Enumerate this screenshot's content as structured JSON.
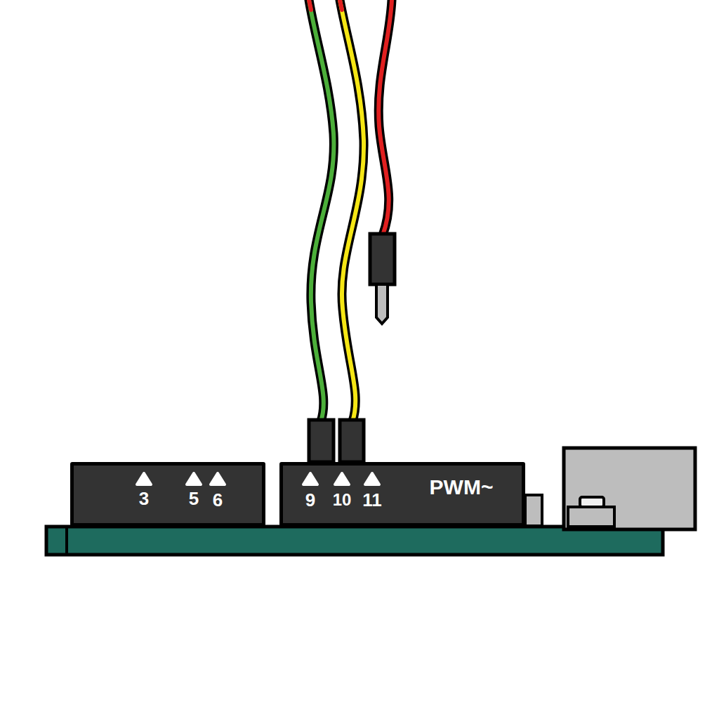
{
  "diagram": {
    "nodes": [
      {
        "text": [
          "3",
          "5",
          "6"
        ]
      },
      {
        "text": [
          "9",
          "10",
          "11",
          "PWM~"
        ]
      }
    ]
  }
}
